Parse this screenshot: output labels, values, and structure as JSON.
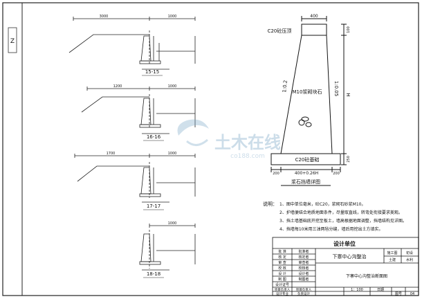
{
  "left_strip": {
    "text": "Z"
  },
  "sections": [
    {
      "name": "15-15",
      "dim_left": "3000",
      "dim_right": "1000"
    },
    {
      "name": "16-16",
      "dim_left": "1200",
      "dim_right": "1000"
    },
    {
      "name": "17-17",
      "dim_left": "1700",
      "dim_right": "1000"
    },
    {
      "name": "18-18",
      "dim_left": "",
      "dim_right": "1000"
    }
  ],
  "wall": {
    "top_width": "400",
    "top_label": "C20砼压顶",
    "body_label": "M10浆砌块石",
    "left_slope": "1:0.2",
    "right_slope": "1:0.05",
    "base_label": "C20砼基础",
    "base_dims": [
      "200",
      "400+0.26H",
      "200"
    ],
    "right_dims": [
      "100",
      "H",
      "250"
    ],
    "caption": "浆石挡墙详图"
  },
  "notes": {
    "title": "说明：",
    "items": [
      "1、图中单位毫米，砼C20，浆砌石砂浆M10。",
      "2、护墙便结合地质地面条件，尽量取直线，转弯处衔接要求美观。",
      "3、挡土墙基础底开挖至板土，墙高根据地面调整，挡墙结构见详图。",
      "4、挡墙每10米用三油两毡分缝，墙后用挖出土方填实。"
    ]
  },
  "title_block": {
    "design_unit": "设计单位",
    "project": "下寨中心沟整治",
    "drawing_title": "下寨中心沟整治断面图",
    "stage_label": "施工图",
    "stage_value": "初设",
    "discipline_label": "土建",
    "discipline_value": "水利",
    "roles": [
      "批  准",
      "核  定",
      "审  查",
      "校  核",
      "设  计",
      "制  图",
      "设计证号"
    ],
    "names": [
      "批准者",
      "核定者",
      "审查者",
      "校核者",
      "设计者",
      "制图者",
      ""
    ],
    "bottom_left": [
      "项目负责人",
      "设计专业"
    ],
    "bottom_mid": [
      "项目负责人",
      "负责设计"
    ],
    "scale": "1：100",
    "date": "日期",
    "sheet_label": "图号",
    "sheet_no": "04"
  },
  "watermark": {
    "cn": "土木在线",
    "en": "co188.com"
  }
}
